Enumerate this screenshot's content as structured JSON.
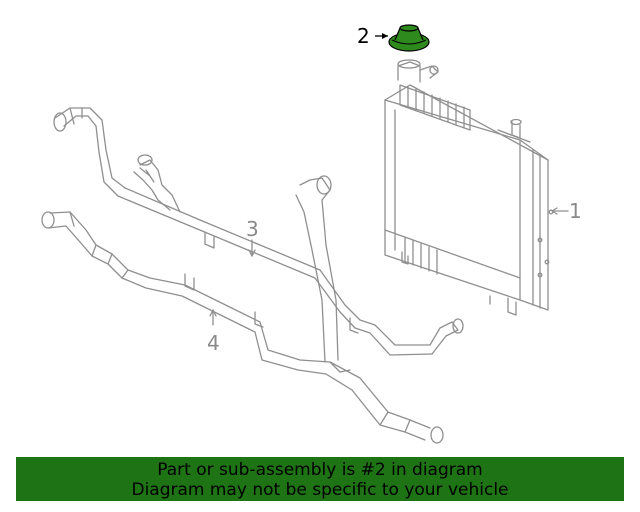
{
  "diagram": {
    "callouts": [
      {
        "id": "1",
        "label": "1"
      },
      {
        "id": "2",
        "label": "2"
      },
      {
        "id": "3",
        "label": "3"
      },
      {
        "id": "4",
        "label": "4"
      }
    ],
    "highlight_part": "2",
    "highlight_color": "#2f8a1e",
    "line_color": "#8f8f8f"
  },
  "banner": {
    "line1": "Part or sub-assembly is #2 in diagram",
    "line2": "Diagram may not be specific to your vehicle",
    "background": "#1e7314"
  }
}
